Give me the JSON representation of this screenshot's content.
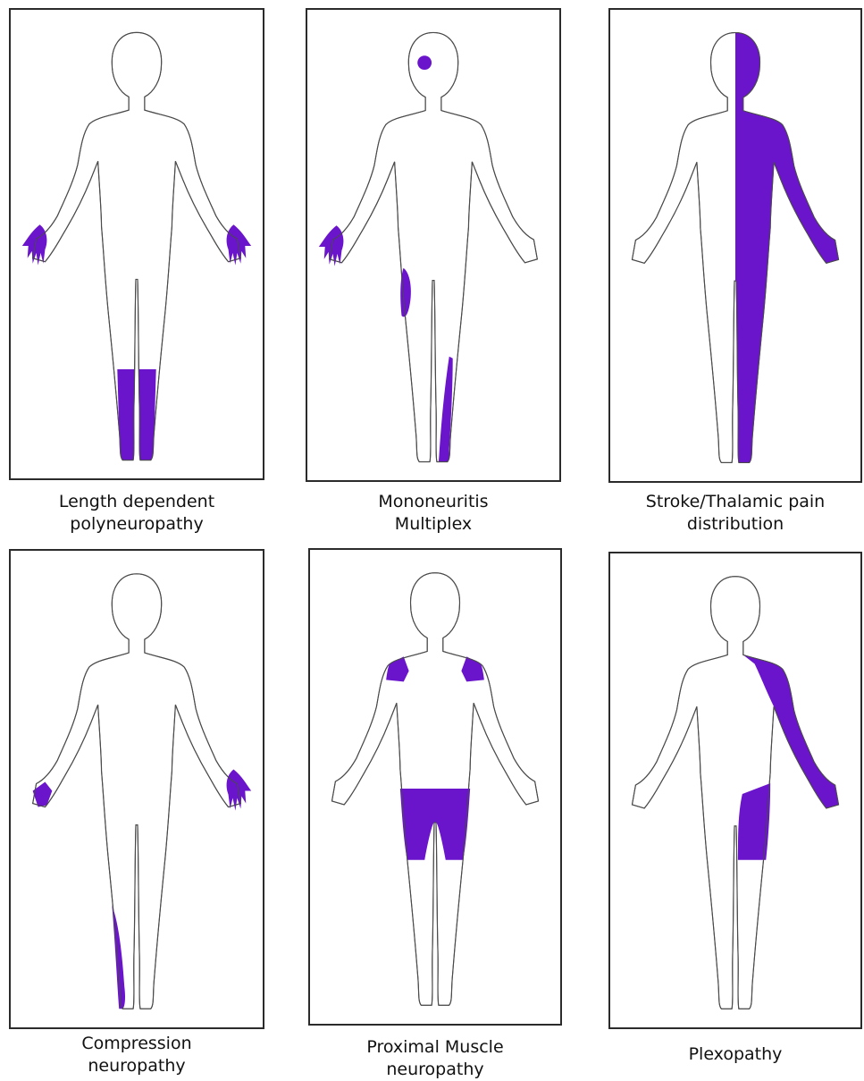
{
  "colors": {
    "highlight": "#6a14cc",
    "outline": "#4a4a4a",
    "border": "#2b2b2b"
  },
  "panels": [
    {
      "line1": "Length dependent",
      "line2": "polyneuropathy",
      "regions": [
        "hands-both",
        "lower-legs-both"
      ]
    },
    {
      "line1": "Mononeuritis",
      "line2": "Multiplex",
      "regions": [
        "head-spot",
        "hand-right",
        "thigh-outer-right",
        "shin-left"
      ]
    },
    {
      "line1": "Stroke/Thalamic pain",
      "line2": "distribution",
      "regions": [
        "left-half-body"
      ]
    },
    {
      "line1": "Compression",
      "line2": "neuropathy",
      "regions": [
        "hand-edge-right",
        "hand-left",
        "shin-outer-right"
      ]
    },
    {
      "line1": "Proximal Muscle",
      "line2": "neuropathy",
      "regions": [
        "shoulders-both",
        "thighs-both"
      ]
    },
    {
      "line1": "Plexopathy",
      "line2": "",
      "regions": [
        "arm-left",
        "thigh-left"
      ]
    }
  ]
}
